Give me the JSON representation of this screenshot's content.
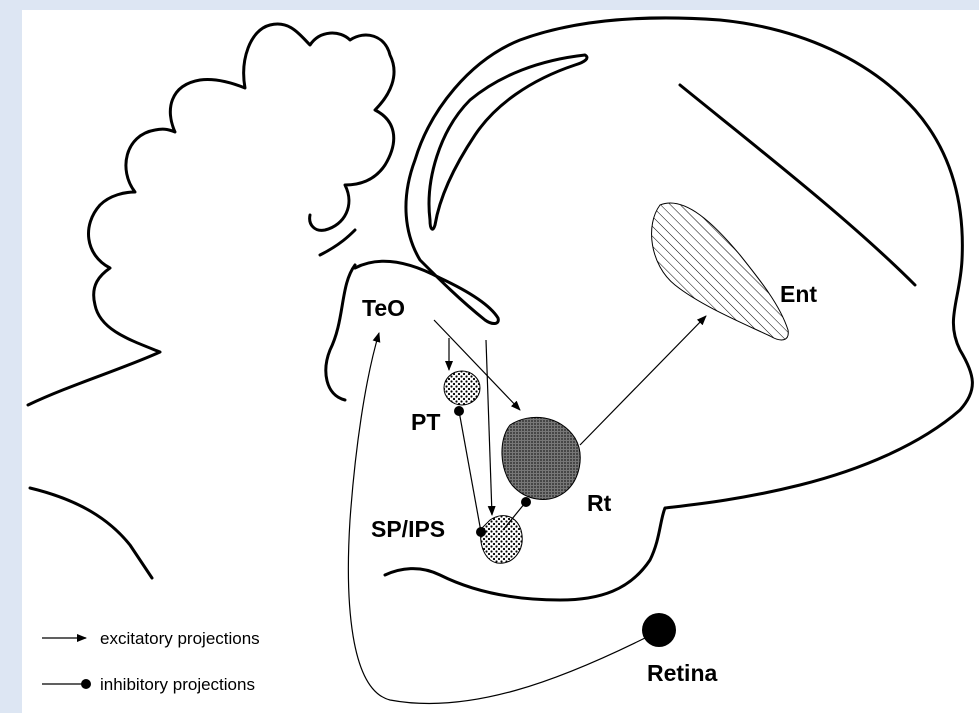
{
  "labels": {
    "teo": "TeO",
    "pt": "PT",
    "sp_ips": "SP/IPS",
    "rt": "Rt",
    "ent": "Ent",
    "retina": "Retina"
  },
  "legend": {
    "excitatory": "excitatory projections",
    "inhibitory": "inhibitory projections"
  },
  "colors": {
    "background": "#dde6f3",
    "panel": "#ffffff",
    "ink": "#000000"
  }
}
